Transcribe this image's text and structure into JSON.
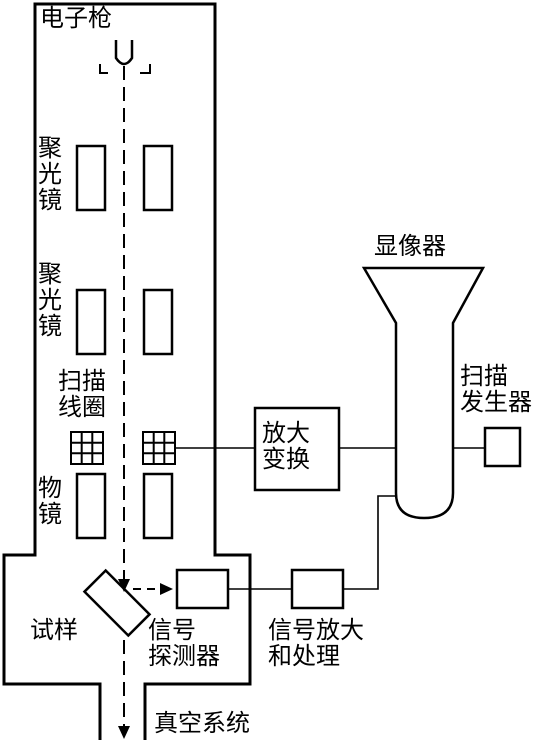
{
  "labels": {
    "electron_gun": "电子枪",
    "condenser_lens_1": "聚\n光\n镜",
    "condenser_lens_2": "聚\n光\n镜",
    "scan_coil": "扫描\n线圈",
    "objective_lens": "物\n镜",
    "sample": "试样",
    "signal_detector": "信号\n探测器",
    "signal_amplify_process": "信号放大\n和处理",
    "vacuum_system": "真空系统",
    "amplify_convert": "放大\n变换",
    "display": "显像器",
    "scan_generator": "扫描\n发生器"
  },
  "colors": {
    "line": "#000000",
    "background": "#ffffff"
  }
}
